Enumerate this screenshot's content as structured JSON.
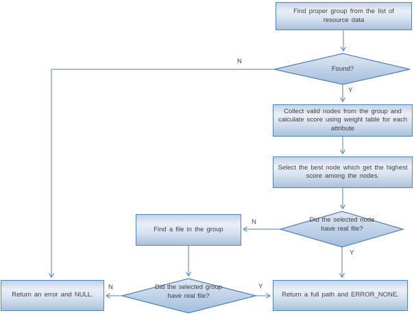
{
  "nodes": {
    "find_group": {
      "label": "Find proper group from the list of resource data"
    },
    "found": {
      "label": "Found?"
    },
    "collect_nodes": {
      "label": "Collect valid nodes from the group and calculate score using weight table for each attribute"
    },
    "select_best": {
      "label": "Select the best node which get the highest score among the nodes."
    },
    "node_has_file": {
      "label": "Did the selected node have real file?"
    },
    "find_file": {
      "label": "Find a file in the group"
    },
    "group_has_file": {
      "label": "Did the selected group have real file?"
    },
    "return_error": {
      "label": "Return an error and NULL."
    },
    "return_full_path": {
      "label": "Return a full path and ERROR_NONE."
    }
  },
  "edge_labels": {
    "found_no": "N",
    "found_yes": "Y",
    "node_no": "N",
    "node_yes": "Y",
    "group_no": "N",
    "group_yes": "Y"
  },
  "colors": {
    "shape_border": "#4f81bd",
    "shape_fill_top": "#dfe8f4",
    "shape_fill_bottom": "#a3bddc",
    "connector": "#6f96c4",
    "text": "#3f3f3f",
    "background": "#ffffff"
  }
}
